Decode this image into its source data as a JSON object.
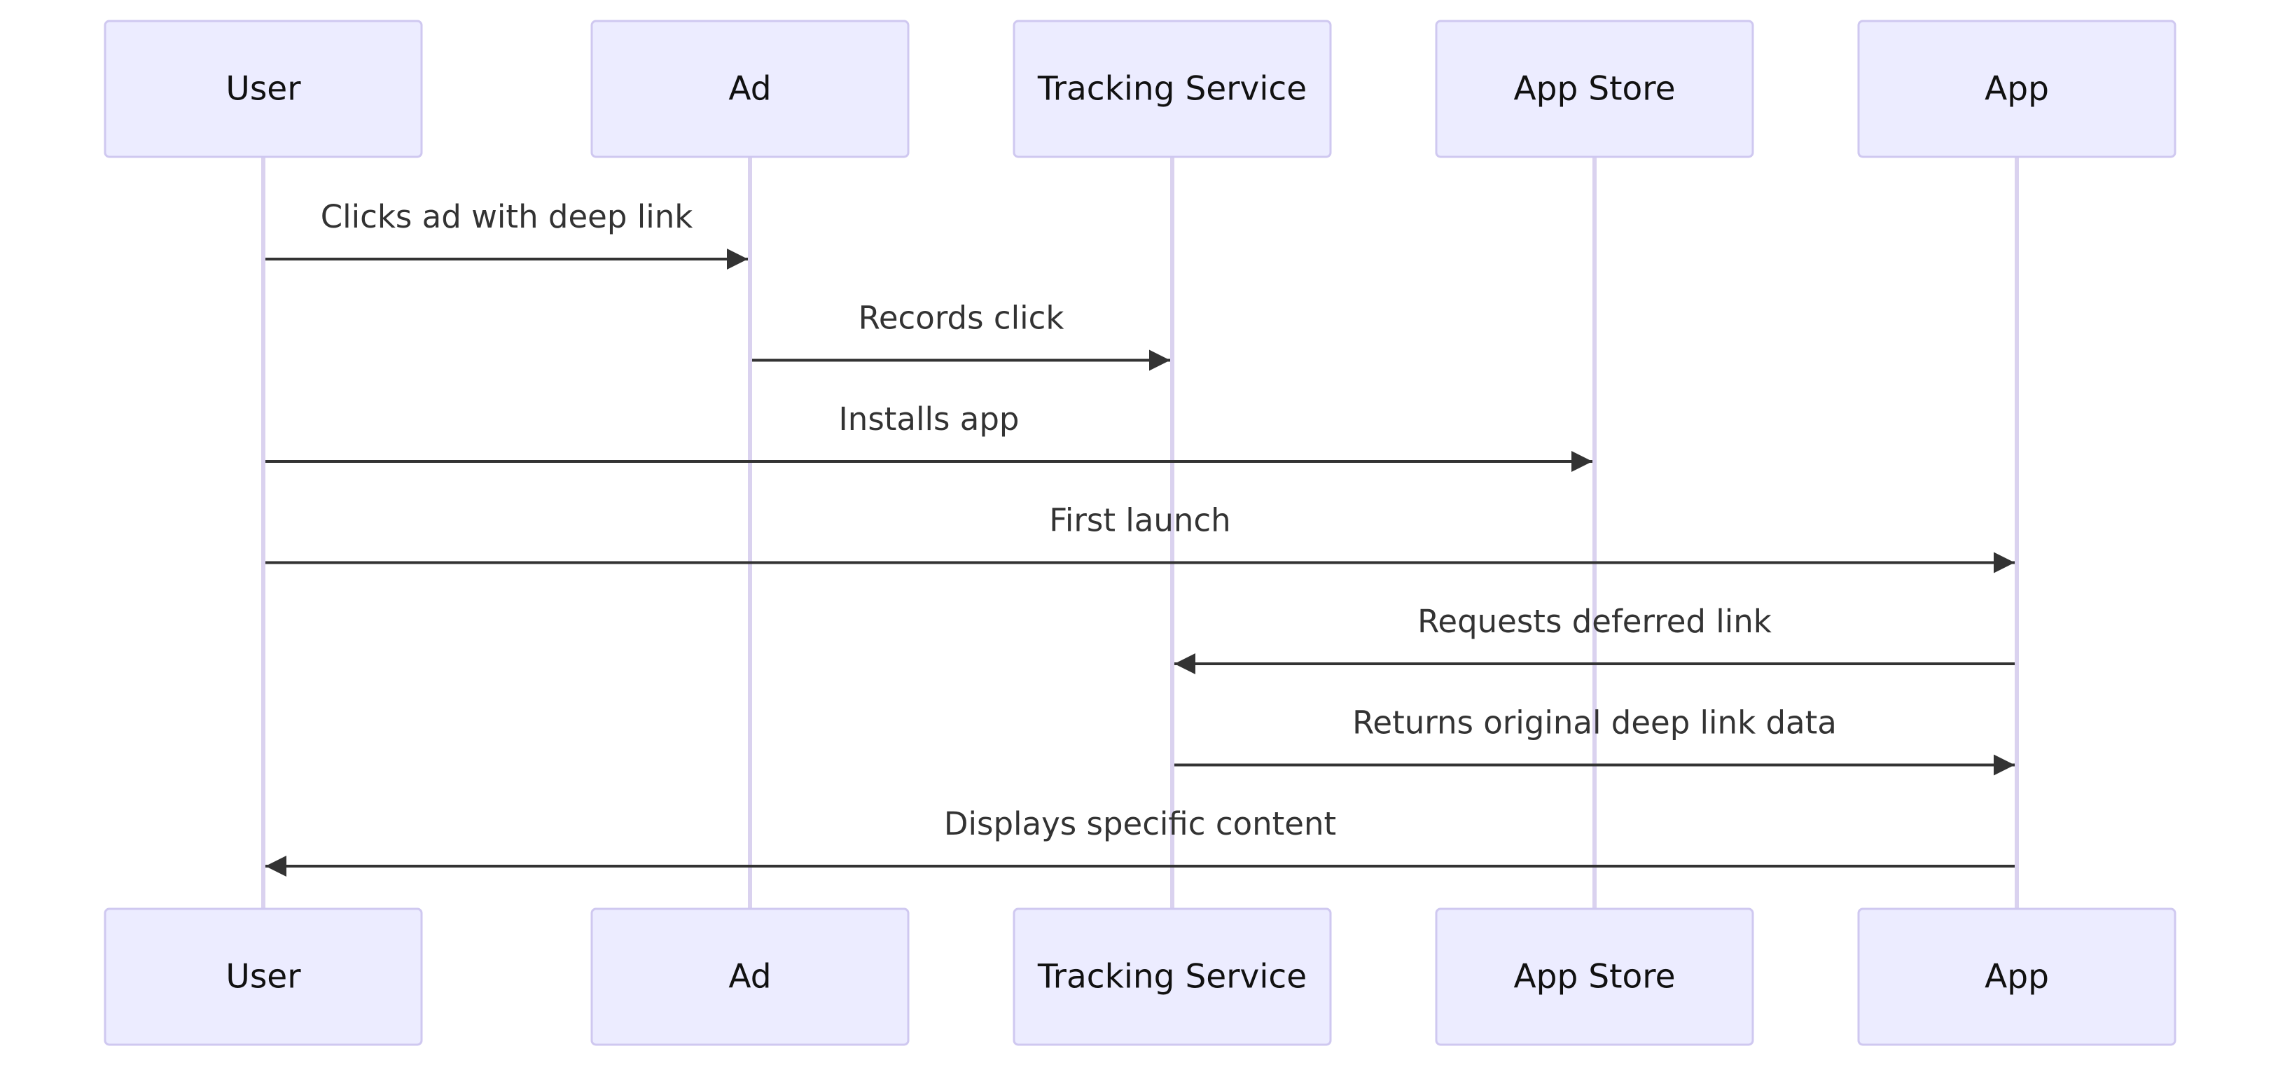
{
  "diagram": {
    "type": "sequence",
    "participants": [
      {
        "id": "user",
        "label": "User"
      },
      {
        "id": "ad",
        "label": "Ad"
      },
      {
        "id": "tracking",
        "label": "Tracking Service"
      },
      {
        "id": "store",
        "label": "App Store"
      },
      {
        "id": "app",
        "label": "App"
      }
    ],
    "messages": [
      {
        "from": "user",
        "to": "ad",
        "label": "Clicks ad with deep link"
      },
      {
        "from": "ad",
        "to": "tracking",
        "label": "Records click"
      },
      {
        "from": "user",
        "to": "store",
        "label": "Installs app"
      },
      {
        "from": "user",
        "to": "app",
        "label": "First launch"
      },
      {
        "from": "app",
        "to": "tracking",
        "label": "Requests deferred link"
      },
      {
        "from": "tracking",
        "to": "app",
        "label": "Returns original deep link data"
      },
      {
        "from": "app",
        "to": "user",
        "label": "Displays specific content"
      }
    ],
    "colors": {
      "actor_fill": "#ececff",
      "actor_stroke": "#cfc8f0",
      "lifeline": "#dad2ef",
      "message": "#333333",
      "text": "#111111"
    }
  }
}
